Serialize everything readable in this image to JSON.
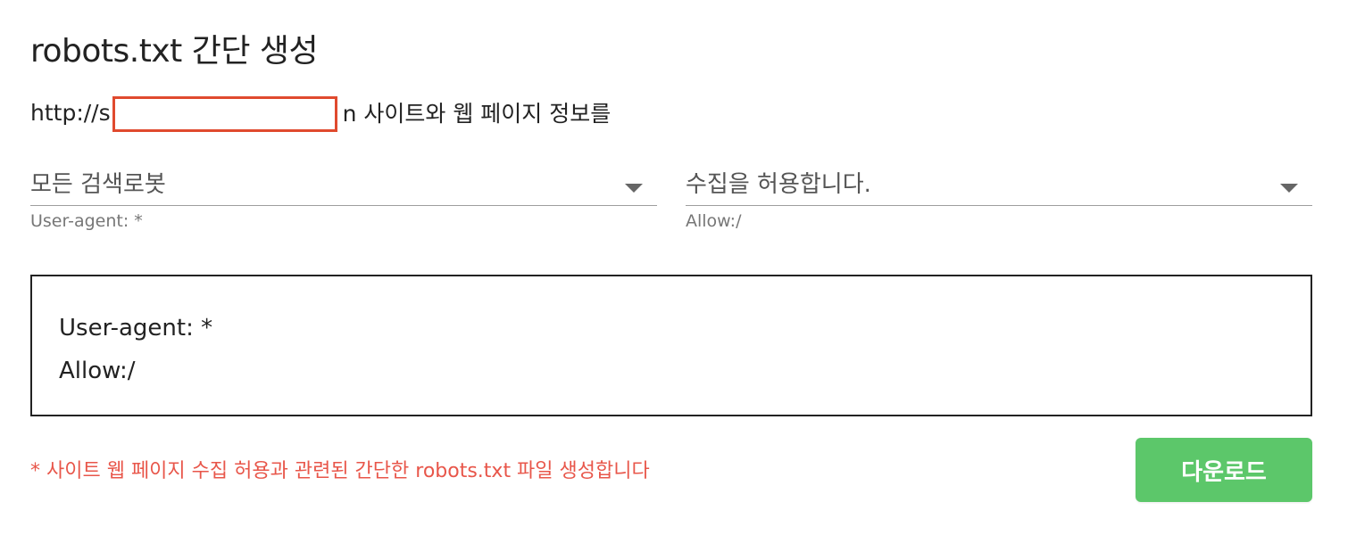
{
  "header": {
    "title": "robots.txt 간단 생성"
  },
  "site_info": {
    "prefix": "http://s",
    "suffix": "n 사이트와 웹 페이지 정보를"
  },
  "robot_select": {
    "value": "모든 검색로봇",
    "help": "User-agent: *",
    "icon": "caret-down-icon"
  },
  "permission_select": {
    "value": "수집을 허용합니다.",
    "help": "Allow:/",
    "icon": "caret-down-icon"
  },
  "output": {
    "lines": [
      "User-agent: *",
      "Allow:/"
    ]
  },
  "note": "* 사이트 웹 페이지 수집 허용과 관련된 간단한 robots.txt 파일 생성합니다",
  "download_button": {
    "label": "다운로드"
  },
  "colors": {
    "accent_green": "#5cc76a",
    "note_red": "#e8564a",
    "redaction_border": "#e04a2e"
  }
}
